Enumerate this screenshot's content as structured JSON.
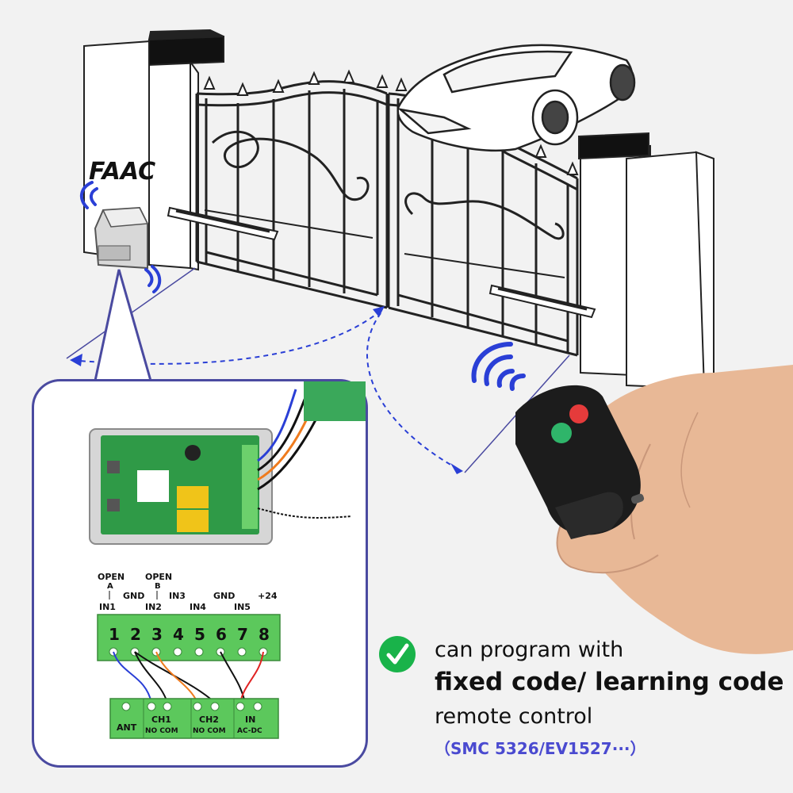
{
  "brand": {
    "logo_text": "FAAC"
  },
  "inset": {
    "top_labels": {
      "open_a": "OPEN",
      "a": "A",
      "open_b": "OPEN",
      "b": "B",
      "gnd1": "GND",
      "in3": "IN3",
      "gnd2": "GND",
      "plus24": "+24"
    },
    "input_labels": [
      "IN1",
      "IN2",
      "IN4",
      "IN5"
    ],
    "terminal_numbers": [
      "1",
      "2",
      "3",
      "4",
      "5",
      "6",
      "7",
      "8"
    ],
    "bottom_terminals": {
      "ant": "ANT",
      "ch1": "CH1",
      "ch1_sub": "NO  COM",
      "ch2": "CH2",
      "ch2_sub": "NO  COM",
      "in": "IN",
      "in_sub": "AC-DC"
    },
    "colors": {
      "terminal_green": "#5cc85c",
      "wire_blue": "#2a3fd6",
      "wire_orange": "#ef7b1e",
      "wire_red": "#e02222",
      "wire_black": "#111111",
      "frame": "#4a4aa0"
    }
  },
  "feature": {
    "line1": "can program with",
    "line2": "fixed code/ learning code",
    "line3": "remote control",
    "line4": "（SMC 5326/EV1527···）",
    "colors": {
      "check": "#19b34a",
      "accent": "#4a4ad0"
    }
  }
}
